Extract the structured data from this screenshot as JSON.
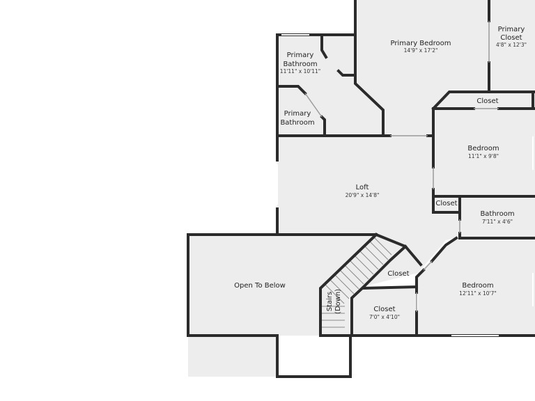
{
  "floor_plan": {
    "rooms": [
      {
        "id": "primary-bedroom",
        "name": "Primary Bedroom",
        "dimensions": "14'9\" x 17'2\""
      },
      {
        "id": "primary-closet",
        "name": [
          "Primary",
          "Closet"
        ],
        "dimensions": "4'8\" x 12'3\""
      },
      {
        "id": "primary-bathroom-main",
        "name": [
          "Primary",
          "Bathroom"
        ],
        "dimensions": "11'11\" x 10'11\""
      },
      {
        "id": "primary-bathroom-small",
        "name": [
          "Primary",
          "Bathroom"
        ],
        "dimensions": ""
      },
      {
        "id": "closet-top",
        "name": "Closet",
        "dimensions": ""
      },
      {
        "id": "bedroom-upper",
        "name": "Bedroom",
        "dimensions": "11'1\" x 9'8\""
      },
      {
        "id": "loft",
        "name": "Loft",
        "dimensions": "20'9\" x 14'8\""
      },
      {
        "id": "closet-small",
        "name": "Closet",
        "dimensions": ""
      },
      {
        "id": "bathroom",
        "name": "Bathroom",
        "dimensions": "7'11\" x 4'6\""
      },
      {
        "id": "open-to-below",
        "name": "Open To Below",
        "dimensions": ""
      },
      {
        "id": "closet-middle",
        "name": "Closet",
        "dimensions": ""
      },
      {
        "id": "closet-lower",
        "name": "Closet",
        "dimensions": "7'0\" x 4'10\""
      },
      {
        "id": "bedroom-lower",
        "name": "Bedroom",
        "dimensions": "12'11\" x 10'7\""
      },
      {
        "id": "stairs",
        "name": [
          "Stairs",
          "(Down)"
        ],
        "dimensions": ""
      }
    ]
  }
}
